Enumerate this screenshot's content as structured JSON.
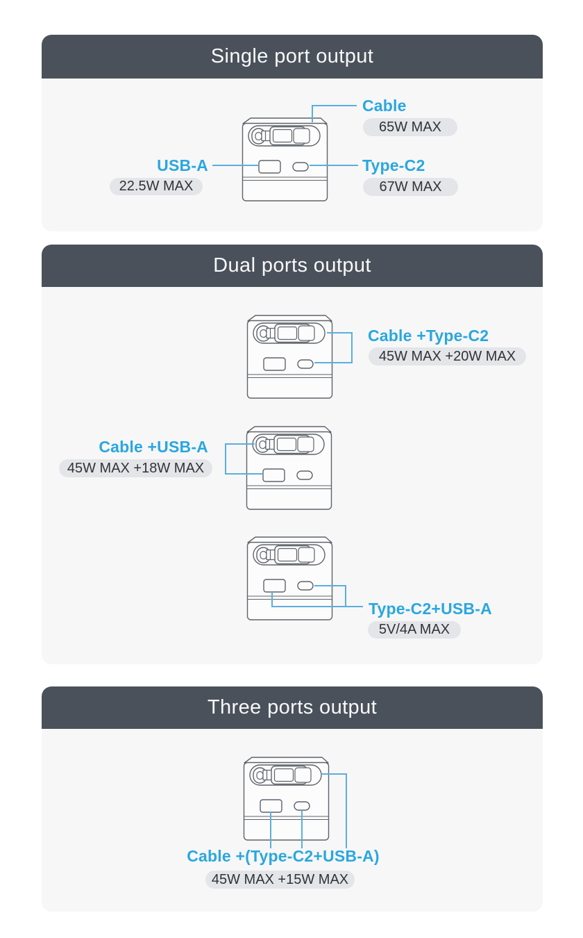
{
  "colors": {
    "accent_blue": "#2AA7DF",
    "connector_line_blue": "#5BAEDC",
    "header_bg": "#4A515B",
    "card_bg": "#F7F7F8",
    "badge_bg": "#E3E5E8",
    "badge_text": "#303338",
    "illustration_outline": "#5E6368"
  },
  "sections": [
    {
      "title": "Single port output",
      "callouts": [
        {
          "label": "Cable",
          "badge": "65W MAX"
        },
        {
          "label": "USB-A",
          "badge": "22.5W MAX"
        },
        {
          "label": "Type-C2",
          "badge": "67W MAX"
        }
      ]
    },
    {
      "title": "Dual ports output",
      "callouts": [
        {
          "label": "Cable +Type-C2",
          "badge": "45W MAX +20W MAX"
        },
        {
          "label": "Cable +USB-A",
          "badge": "45W MAX +18W MAX"
        },
        {
          "label": "Type-C2+USB-A",
          "badge": "5V/4A MAX"
        }
      ]
    },
    {
      "title": "Three ports output",
      "callouts": [
        {
          "label": "Cable +(Type-C2+USB-A)",
          "badge": "45W MAX +15W MAX"
        }
      ]
    }
  ]
}
